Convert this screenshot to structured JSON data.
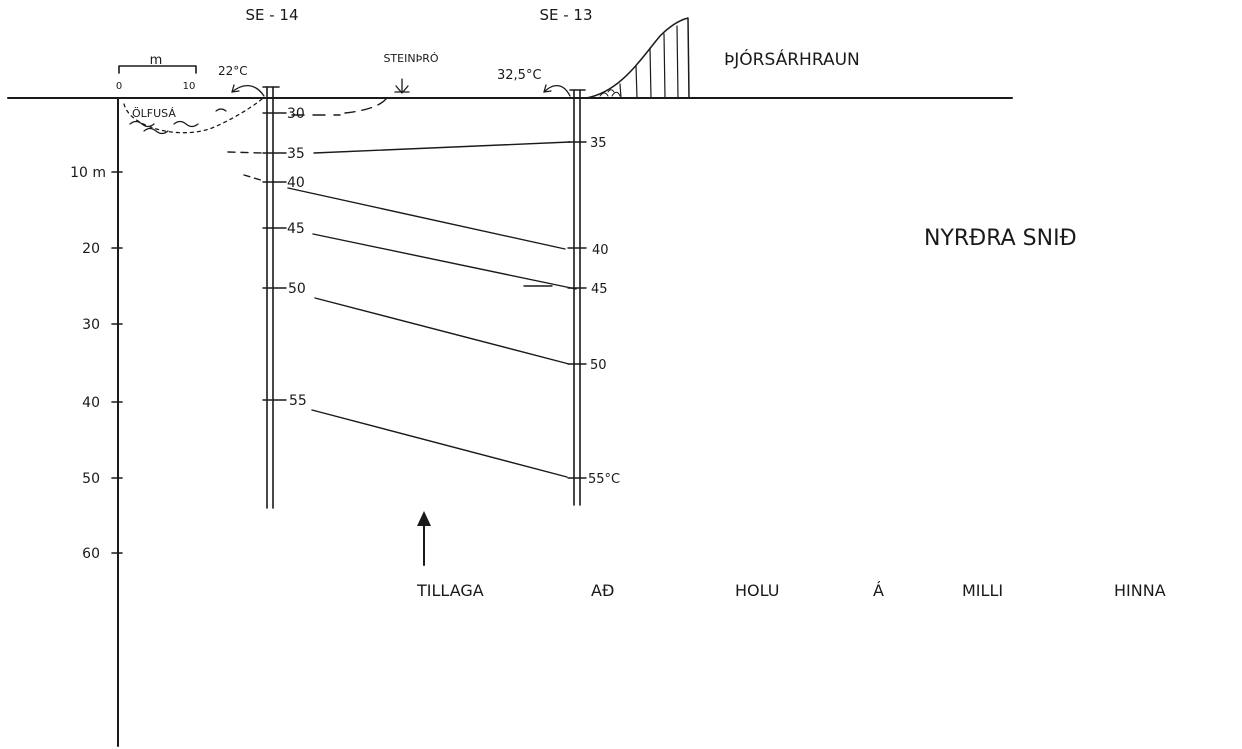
{
  "boreholes": {
    "left": {
      "name": "SE - 14",
      "surface_temp": "22°C",
      "temp_marks": [
        "30",
        "35",
        "40",
        "45",
        "50",
        "55"
      ]
    },
    "right": {
      "name": "SE - 13",
      "surface_temp": "32,5°C",
      "temp_marks": [
        "35",
        "40",
        "45",
        "50",
        "55°C"
      ]
    }
  },
  "labels": {
    "river": "ÖLFUSÁ",
    "stone_dam": "STEINÞRÓ",
    "lava": "ÞJÓRSÁRHRAUN",
    "section_title": "NYRÐRA SNIÐ",
    "proposal": [
      "TILLAGA",
      "AÐ",
      "HOLU",
      "Á",
      "MILLI",
      "HINNA"
    ]
  },
  "scale_bar": {
    "unit": "m",
    "ticks": [
      "0",
      "10"
    ]
  },
  "depth_axis": {
    "ticks": [
      "10 m",
      "20",
      "30",
      "40",
      "50",
      "60"
    ]
  }
}
